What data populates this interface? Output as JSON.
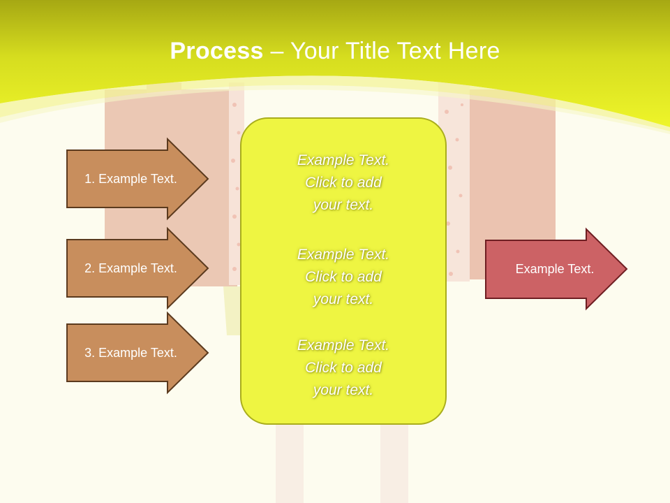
{
  "title": {
    "bold": "Process",
    "rest": " – Your Title Text Here"
  },
  "inputs": [
    {
      "label": "1. Example Text."
    },
    {
      "label": "2. Example Text."
    },
    {
      "label": "3. Example Text."
    }
  ],
  "center_items": [
    {
      "line1": "Example Text.",
      "line2": "Click  to add",
      "line3": "your text."
    },
    {
      "line1": "Example Text.",
      "line2": "Click  to add",
      "line3": "your text."
    },
    {
      "line1": "Example Text.",
      "line2": "Click  to add",
      "line3": "your text."
    }
  ],
  "output": {
    "label": "Example Text."
  },
  "colors": {
    "header_green": "#ecf12a",
    "input_arrow": "#c88e5d",
    "output_arrow": "#cc6265",
    "center_box": "#eef542",
    "background": "#fdfcef"
  }
}
